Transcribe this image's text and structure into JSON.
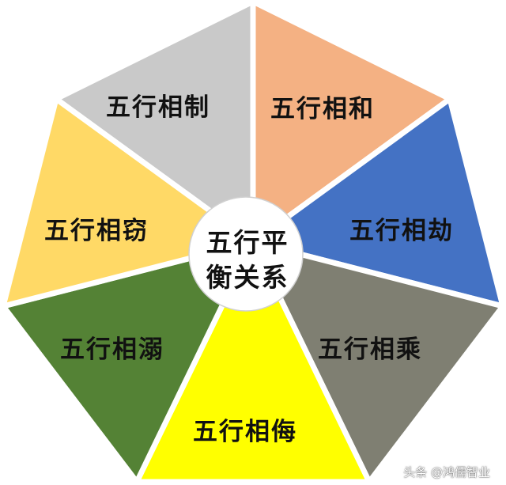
{
  "segments": [
    {
      "label": "五行相制",
      "color": "#c9c9c9"
    },
    {
      "label": "五行相和",
      "color": "#f4b183"
    },
    {
      "label": "五行相劫",
      "color": "#4472c4"
    },
    {
      "label": "五行相乘",
      "color": "#7f7f72"
    },
    {
      "label": "五行相侮",
      "color": "#ffff00"
    },
    {
      "label": "五行相溺",
      "color": "#548235"
    },
    {
      "label": "五行相窃",
      "color": "#ffd966"
    }
  ],
  "center": {
    "line1": "五行平",
    "line2": "衡关系"
  },
  "watermark": "头条 @鸿儒智业"
}
